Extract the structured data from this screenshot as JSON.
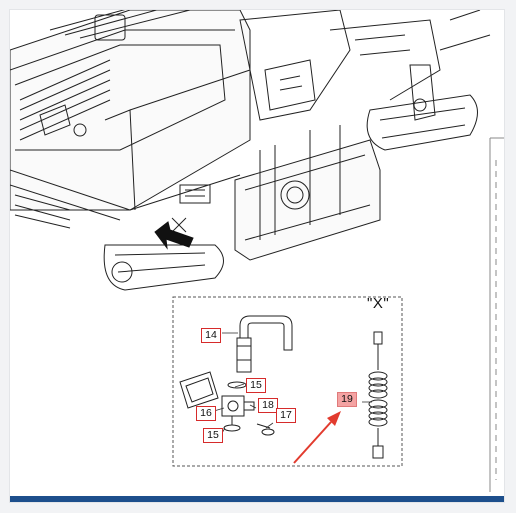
{
  "detail": {
    "view_label": "\"X\"",
    "callouts": {
      "c14": "14",
      "c15a": "15",
      "c16": "16",
      "c18": "18",
      "c17": "17",
      "c15b": "15",
      "c19": "19"
    }
  },
  "colors": {
    "callout_border": "#d62b2b",
    "highlight_fill": "#f4a3a3",
    "arrow": "#e23b2e",
    "bottom_bar": "#1d4f8c"
  }
}
